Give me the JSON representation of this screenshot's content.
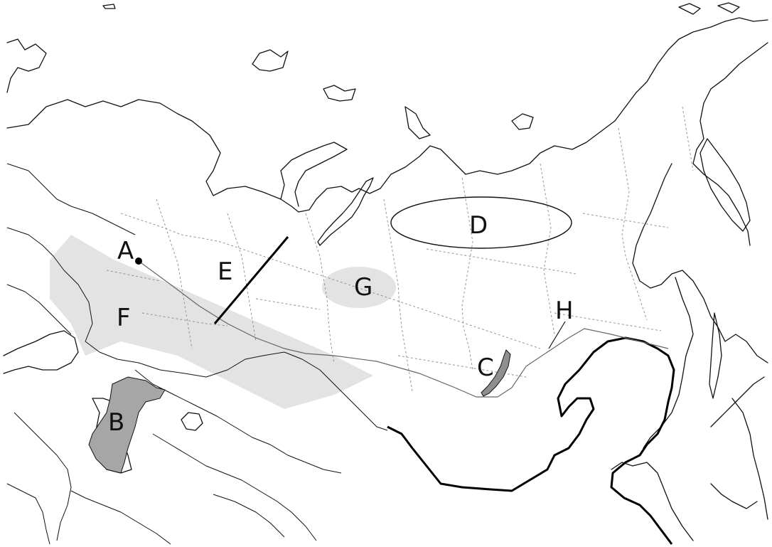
{
  "map": {
    "labels": {
      "A": "A",
      "B": "B",
      "C": "C",
      "D": "D",
      "E": "E",
      "F": "F",
      "G": "G",
      "H": "H"
    },
    "colors": {
      "light_zone": "#e3e3e3",
      "dark_fill": "#a6a6a6",
      "line": "#111111",
      "region_border": "#8a8a8a"
    }
  }
}
